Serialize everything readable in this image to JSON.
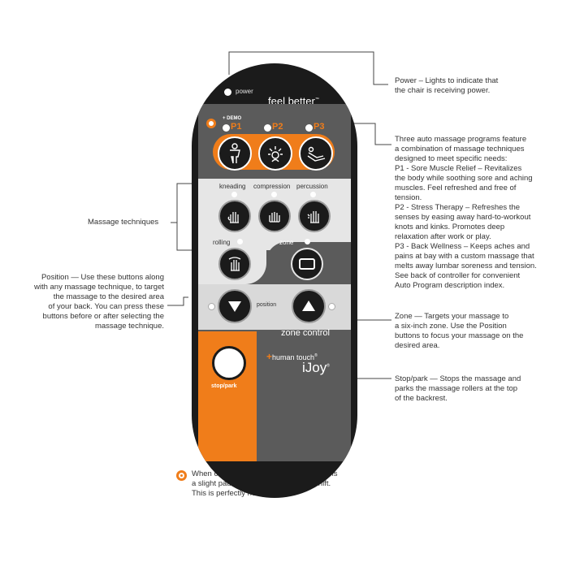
{
  "remote": {
    "power_label": "power",
    "tagline": "feel better",
    "tagline_tm": "™",
    "demo_label": "+ DEMO",
    "programs": [
      "P1",
      "P2",
      "P3"
    ],
    "techniques": [
      "kneading",
      "compression",
      "percussion"
    ],
    "rolling_label": "rolling",
    "zone_label": "zone",
    "position_label": "position",
    "zone_control_label": "zone control",
    "stop_park_label": "stop/park",
    "brand_prefix": "+",
    "brand_name": "human touch",
    "brand_reg": "®",
    "product_name": "iJoy",
    "product_reg": "®"
  },
  "annotations": {
    "power": [
      "Power – Lights to indicate that",
      "the chair is receiving power."
    ],
    "programs": [
      "Three auto massage programs feature",
      "a combination of massage techniques",
      "designed to meet specific needs:",
      "P1 - Sore Muscle Relief – Revitalizes",
      "the body while soothing sore and aching",
      "muscles. Feel refreshed and free of",
      "tension.",
      "P2 - Stress Therapy – Refreshes the",
      "senses by easing away hard-to-workout",
      "knots and kinks. Promotes deep",
      "relaxation after work or play.",
      "P3 - Back Wellness – Keeps aches and",
      "pains at bay with a custom massage that",
      "melts away lumbar soreness and tension.",
      "See back of controller for convenient",
      "Auto Program description index."
    ],
    "techniques": [
      "Massage techniques"
    ],
    "position": [
      "Position — Use these buttons along",
      "with any massage technique, to target",
      "the massage to the desired area",
      "of your back. You can press these",
      "buttons before or after selecting the",
      "massage technique."
    ],
    "zone": [
      "Zone — Targets your massage to",
      "a six-inch zone. Use the Position",
      "buttons to focus your massage on the",
      "desired area."
    ],
    "stop_park": [
      "Stop/park — Stops the massage and",
      "parks the massage rollers at the top",
      "of the backrest."
    ],
    "note": [
      "When changing backrest direction, there is",
      "a slight pause while the chair gears shift.",
      "This is perfectly normal."
    ]
  },
  "colors": {
    "accent": "#f07d1a",
    "body": "#1b1b1b",
    "panel": "#5b5b5b",
    "light": "#e6e6e6"
  }
}
